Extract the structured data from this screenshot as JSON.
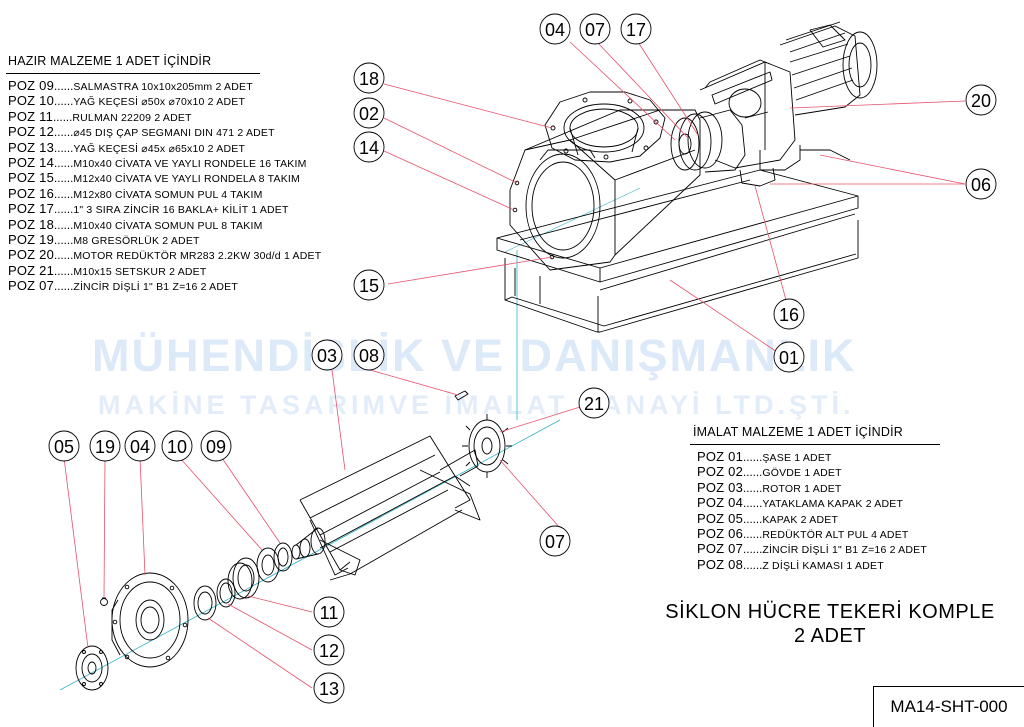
{
  "watermark": {
    "main": "MÜHENDİSLİK VE DANIŞMANLIK",
    "sub": "MAKİNE TASARIMVE İMALAT SANAYİ LTD.ŞTİ."
  },
  "purchased_list": {
    "title": "HAZIR MALZEME 1 ADET İÇİNDİR",
    "rows": [
      {
        "code": "POZ 09",
        "dots": "......",
        "desc": "SALMASTRA 10x10x205mm 2 ADET"
      },
      {
        "code": "POZ 10",
        "dots": "......",
        "desc": "YAĞ KEÇESİ ⌀50x ⌀70x10 2 ADET"
      },
      {
        "code": "POZ 11",
        "dots": "......",
        "desc": "RULMAN 22209      2 ADET"
      },
      {
        "code": "POZ 12",
        "dots": "......",
        "desc": "⌀45 DIŞ ÇAP SEGMANI DIN 471 2 ADET"
      },
      {
        "code": "POZ 13",
        "dots": "......",
        "desc": "YAĞ KEÇESİ ⌀45x ⌀65x10 2 ADET"
      },
      {
        "code": "POZ 14",
        "dots": "......",
        "desc": "M10x40 CİVATA VE YAYLI RONDELE 16 TAKIM"
      },
      {
        "code": "POZ 15",
        "dots": "......",
        "desc": "M12x40 CİVATA VE YAYLI RONDELA 8 TAKIM"
      },
      {
        "code": "POZ 16",
        "dots": "......",
        "desc": "M12x80 CİVATA SOMUN PUL  4 TAKIM"
      },
      {
        "code": "POZ 17",
        "dots": "......",
        "desc": "1\" 3 SIRA ZİNCİR 16 BAKLA+ KİLİT  1 ADET"
      },
      {
        "code": "POZ 18",
        "dots": "......",
        "desc": "M10x40 CİVATA SOMUN PUL  8 TAKIM"
      },
      {
        "code": "POZ 19",
        "dots": "......",
        "desc": "M8 GRESÖRLÜK 2 ADET"
      },
      {
        "code": "POZ 20",
        "dots": "......",
        "desc": "MOTOR REDÜKTÖR MR283 2.2KW 30d/d 1 ADET"
      },
      {
        "code": "POZ 21",
        "dots": "......",
        "desc": "M10x15 SETSKUR   2 ADET"
      },
      {
        "code": "POZ 07",
        "dots": "......",
        "desc": "ZİNCİR DİŞLİ 1\" B1 Z=16   2 ADET"
      }
    ]
  },
  "manufactured_list": {
    "title": "İMALAT MALZEME 1 ADET İÇİNDİR",
    "rows": [
      {
        "code": "POZ 01",
        "dots": "......",
        "desc": "ŞASE 1 ADET"
      },
      {
        "code": "POZ 02",
        "dots": "......",
        "desc": "GÖVDE 1 ADET"
      },
      {
        "code": "POZ 03",
        "dots": "......",
        "desc": "ROTOR 1 ADET"
      },
      {
        "code": "POZ 04",
        "dots": "......",
        "desc": "YATAKLAMA KAPAK 2 ADET"
      },
      {
        "code": "POZ 05",
        "dots": "......",
        "desc": "KAPAK 2 ADET"
      },
      {
        "code": "POZ 06",
        "dots": "......",
        "desc": "REDÜKTÖR ALT PUL 4 ADET"
      },
      {
        "code": "POZ 07",
        "dots": "......",
        "desc": "ZİNCİR DİŞLİ 1\" B1 Z=16  2 ADET"
      },
      {
        "code": "POZ 08",
        "dots": "......",
        "desc": "Z DİŞLİ KAMASI  1 ADET"
      }
    ]
  },
  "assembly": {
    "title_line1": "SİKLON HÜCRE TEKERİ KOMPLE",
    "title_line2": "2 ADET"
  },
  "sheet_number": "MA14-SHT-000",
  "callouts": {
    "c04_top": "04",
    "c07_top": "07",
    "c17": "17",
    "c18": "18",
    "c02": "02",
    "c14": "14",
    "c20": "20",
    "c06": "06",
    "c15": "15",
    "c16": "16",
    "c01": "01",
    "c03": "03",
    "c08": "08",
    "c21": "21",
    "c05": "05",
    "c19": "19",
    "c04_bottom": "04",
    "c10": "10",
    "c09": "09",
    "c07_bottom": "07",
    "c11": "11",
    "c12": "12",
    "c13": "13"
  },
  "colors": {
    "leader": "#e8506a",
    "axis": "#32b4c8",
    "watermark": "#dce9f8",
    "ink": "#000000"
  }
}
